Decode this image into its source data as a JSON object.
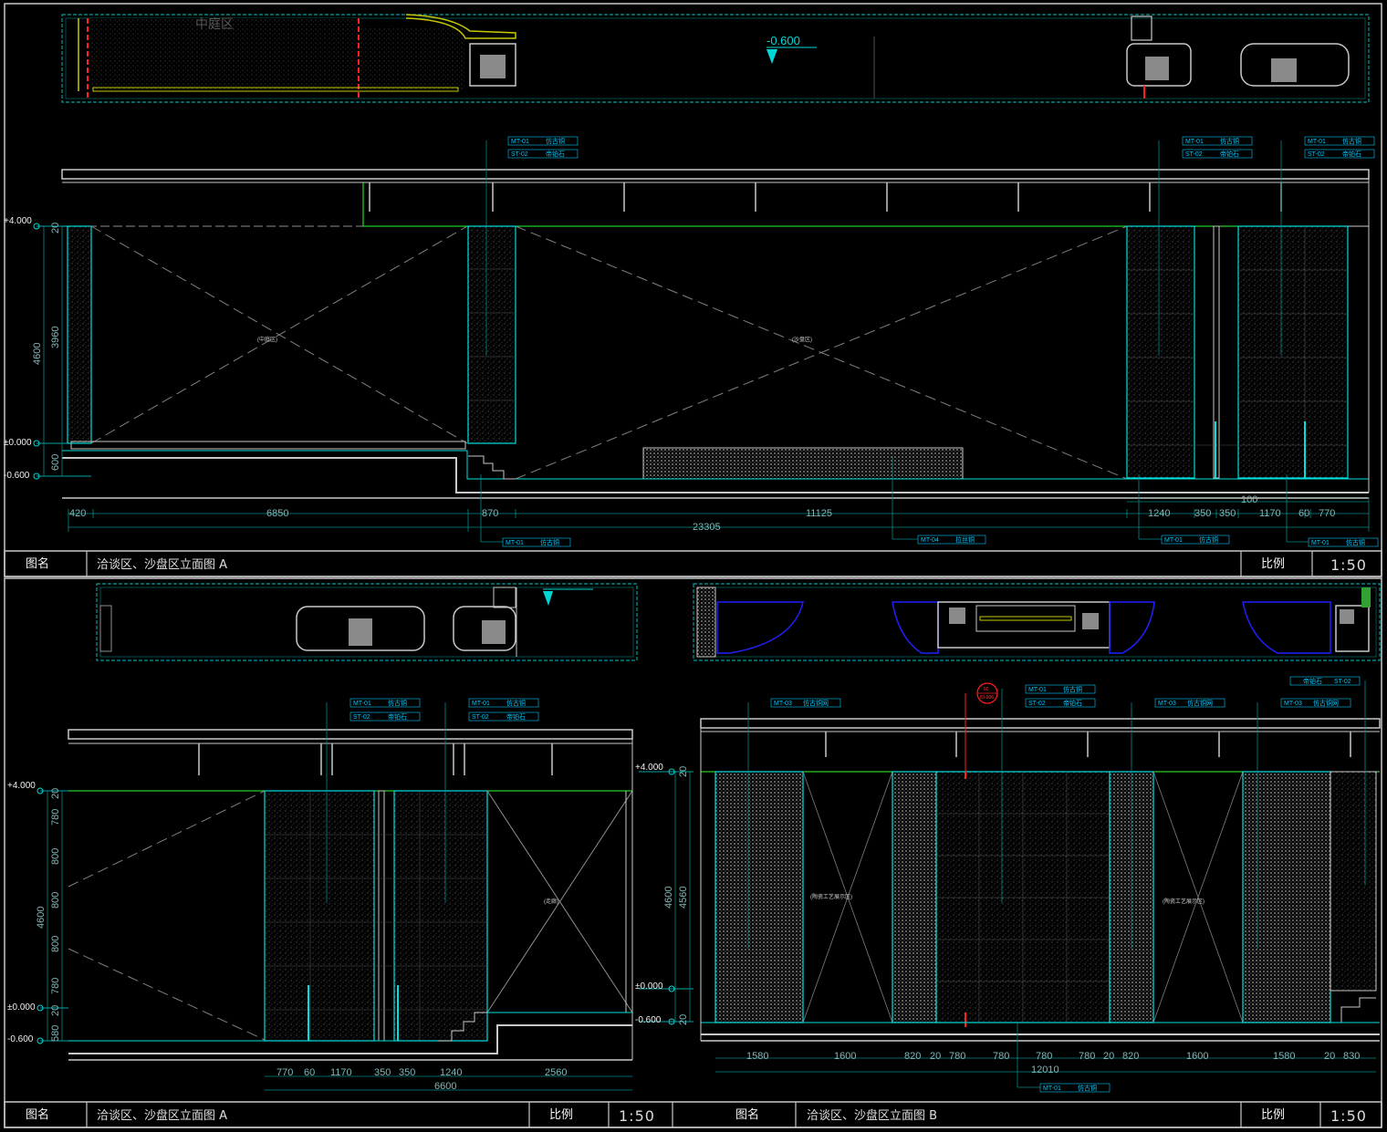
{
  "drawing": {
    "background": "#000000",
    "colors": {
      "frame": "#c8c8c8",
      "cyan": "#00e0e0",
      "teal": "#008c8c",
      "green": "#32ff32",
      "white": "#f0f0f0",
      "red": "#ff2020",
      "yellow": "#c8c800",
      "blue": "#2020ff",
      "grey": "#a0a0a0"
    }
  },
  "sheet_a": {
    "plan": {
      "zone_label": "中庭区",
      "level": "-0.600"
    },
    "elevation": {
      "levels": [
        "+4.000",
        "±0.000",
        "-0.600"
      ],
      "left_dims": [
        "20",
        "3960",
        "4600",
        "600"
      ],
      "center_notes": [
        "(中庭区)",
        "(沙盘区)"
      ],
      "tags_top": [
        [
          "MT-01",
          "仿古铜"
        ],
        [
          "ST-02",
          "帝铂石"
        ],
        [
          "MT-01",
          "仿古铜"
        ],
        [
          "ST-02",
          "帝铂石"
        ],
        [
          "MT-01",
          "仿古铜"
        ],
        [
          "ST-02",
          "帝铂石"
        ]
      ],
      "tags_bottom": [
        [
          "MT-01",
          "仿古铜"
        ],
        [
          "MT-04",
          "拉丝铜"
        ],
        [
          "MT-01",
          "仿古铜"
        ],
        [
          "MT-01",
          "仿古铜"
        ]
      ],
      "dims_row1": [
        "420",
        "6850",
        "870",
        "11125",
        "1240",
        "350",
        "350",
        "1170",
        "60",
        "770"
      ],
      "dim_100": "100",
      "dim_total": "23305"
    },
    "title_block": {
      "label": "图名",
      "title": "洽谈区、沙盘区立面图  A",
      "scale_label": "比例",
      "scale": "1:50"
    }
  },
  "sheet_b_left": {
    "elevation": {
      "levels": [
        "+4.000",
        "±0.000",
        "-0.600"
      ],
      "left_dims": [
        "20",
        "780",
        "800",
        "800",
        "800",
        "780",
        "20",
        "580",
        "4600"
      ],
      "right_levels": [
        "+4.000",
        "±0.000",
        "-0.600"
      ],
      "right_dims": [
        "20",
        "4560",
        "4600",
        "20"
      ],
      "center_note": "(走廊)",
      "tags_top": [
        [
          "MT-01",
          "仿古铜"
        ],
        [
          "ST-02",
          "帝铂石"
        ],
        [
          "MT-01",
          "仿古铜"
        ],
        [
          "ST-02",
          "帝铂石"
        ]
      ],
      "dims_row1": [
        "770",
        "60",
        "1170",
        "350",
        "350",
        "1240",
        "2560"
      ],
      "dim_total": "6600"
    },
    "title_block": {
      "label": "图名",
      "title": "洽谈区、沙盘区立面图  A",
      "scale_label": "比例",
      "scale": "1:50"
    }
  },
  "sheet_b_right": {
    "elevation": {
      "callout": [
        "02",
        "ID-006"
      ],
      "center_notes": [
        "(陶瓷工艺展示区)",
        "(陶瓷工艺展示区)"
      ],
      "tags_top": [
        [
          "MT-03",
          "仿古铜网"
        ],
        [
          "MT-01",
          "仿古铜"
        ],
        [
          "ST-02",
          "帝铂石"
        ],
        [
          "MT-03",
          "仿古铜网"
        ],
        [
          "MT-03",
          "仿古铜网"
        ],
        [
          "帝铂石",
          "ST-02"
        ]
      ],
      "tag_bottom": [
        "MT-01",
        "仿古铜"
      ],
      "dims_row1": [
        "1580",
        "1600",
        "820",
        "20",
        "780",
        "780",
        "780",
        "780",
        "20",
        "820",
        "1600",
        "1580",
        "20",
        "830"
      ],
      "dim_total": "12010"
    },
    "title_block": {
      "label": "图名",
      "title": "洽谈区、沙盘区立面图  B",
      "scale_label": "比例",
      "scale": "1:50"
    }
  }
}
